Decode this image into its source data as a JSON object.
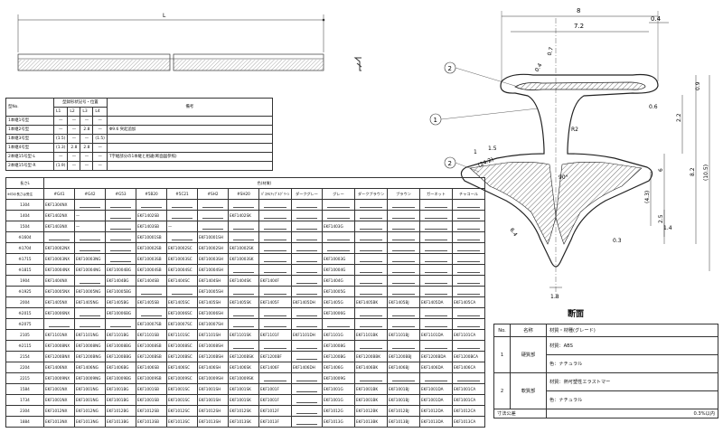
{
  "drawing": {
    "length_label": "L",
    "dims": [
      "8",
      "0.4",
      "7.2",
      "0.7",
      "0.4",
      "0.6",
      "0.9",
      "2.2",
      "8.2",
      "(10.5)",
      "6",
      "(4.3)",
      "2.5",
      "1.4",
      "0.3",
      "1.8",
      "R2",
      "90°",
      "6.4",
      "(24.2)",
      "1",
      "1.5"
    ],
    "balloons": [
      "2",
      "1",
      "2"
    ],
    "section_label": "断面"
  },
  "type_table": {
    "headers": [
      "型No.",
      "型録形状記号・位置",
      "備考"
    ],
    "sub_headers": [
      "L1",
      "L2",
      "L3",
      "L4"
    ],
    "rows": [
      {
        "name": "1本継1号型",
        "vals": [
          "—",
          "—",
          "—",
          "—"
        ],
        "note": ""
      },
      {
        "name": "1本継2号型",
        "vals": [
          "—",
          "—",
          "2.8",
          "—"
        ],
        "note": "Φ9.6 突起追加"
      },
      {
        "name": "1本継3号型",
        "vals": [
          "(1.5)",
          "—",
          "—",
          "(1.5)"
        ],
        "note": ""
      },
      {
        "name": "1本継4号型",
        "vals": [
          "(1.3)",
          "2.8",
          "2.8",
          "—"
        ],
        "note": ""
      },
      {
        "name": "2本継15号型-L",
        "vals": [
          "—",
          "—",
          "—",
          "—"
        ],
        "note": "T字継部分の1本継と相違(断面図参照)"
      },
      {
        "name": "2本継15号型-R",
        "vals": [
          "(1.9)",
          "—",
          "—",
          "—"
        ],
        "note": ""
      }
    ]
  },
  "color_table": {
    "col1": "長さL",
    "col1_sub": "※印の長さは受注",
    "color_header": "色(材質)",
    "colors": [
      "#G41",
      "#G42",
      "#G53",
      "#5B20",
      "#5C21",
      "#SH2",
      "#SH20",
      "ﾊﾟｽﾃﾙｱｯﾌﾟﾙｸﾞﾘｰﾝ",
      "ダークグレー",
      "グレー",
      "ダークブラウン",
      "ブラウン",
      "ガーネット",
      "チャコール"
    ],
    "rows": [
      {
        "len": "1304",
        "cells": [
          "EKF1304NX",
          "",
          "",
          "",
          "",
          "",
          "",
          "",
          "",
          "",
          "",
          "",
          "",
          ""
        ]
      },
      {
        "len": "1404",
        "cells": [
          "EKF1402NX",
          "—",
          "",
          "EKF1402SB",
          "",
          "",
          "EKF1402SK",
          "",
          "",
          "",
          "",
          "",
          "",
          ""
        ]
      },
      {
        "len": "1504",
        "cells": [
          "EKF1403NX",
          "—",
          "",
          "EKF1403SB",
          "—",
          "",
          "",
          "",
          "",
          "EKF1403G",
          "",
          "",
          "",
          ""
        ]
      },
      {
        "len": "※1604",
        "cells": [
          "",
          "",
          "",
          "EKF10001SB",
          "",
          "EKF10001SH",
          "",
          "",
          "",
          "",
          "",
          "",
          "",
          ""
        ]
      },
      {
        "len": "※1704",
        "cells": [
          "EKF10002NX",
          "",
          "",
          "EKF10002SB",
          "EKF10002SC",
          "EKF10002SH",
          "EKF10002SK",
          "",
          "",
          "",
          "",
          "",
          "",
          ""
        ]
      },
      {
        "len": "※1715",
        "cells": [
          "EKF10003NX",
          "EKF10003NG",
          "",
          "EKF10003SB",
          "EKF10003SC",
          "EKF10003SH",
          "EKF10003SK",
          "",
          "",
          "EKF10003G",
          "",
          "",
          "",
          ""
        ]
      },
      {
        "len": "※1815",
        "cells": [
          "EKF10004NX",
          "EKF10004NG",
          "EKF10004BG",
          "EKF10004SB",
          "EKF10004SC",
          "EKF10004SH",
          "",
          "",
          "",
          "EKF10004G",
          "",
          "",
          "",
          ""
        ]
      },
      {
        "len": "1904",
        "cells": [
          "EKF1404NX",
          "",
          "EKF1404BG",
          "EKF1404SB",
          "EKF1404SC",
          "EKF1404SH",
          "EKF1404SK",
          "EKF1404F",
          "",
          "EKF1404G",
          "",
          "",
          "",
          ""
        ]
      },
      {
        "len": "※1925",
        "cells": [
          "EKF10005NX",
          "EKF10005NG",
          "EKF10005BG",
          "",
          "",
          "EKF10005SH",
          "",
          "",
          "",
          "EKF10005G",
          "",
          "",
          "",
          ""
        ]
      },
      {
        "len": "2004",
        "cells": [
          "EKF1405NX",
          "EKF1405NG",
          "EKF1405BG",
          "EKF1405SB",
          "EKF1405SC",
          "EKF1405SH",
          "EKF1405SK",
          "EKF1405F",
          "EKF1405DH",
          "EKF1405G",
          "EKF1405BK",
          "EKF1405BJ",
          "EKF1405DA",
          "EKF1405CA"
        ]
      },
      {
        "len": "※2015",
        "cells": [
          "EKF10006NX",
          "",
          "EKF10006BG",
          "",
          "EKF10006SC",
          "EKF10006SH",
          "",
          "",
          "",
          "EKF10006G",
          "",
          "",
          "",
          ""
        ]
      },
      {
        "len": "※2075",
        "cells": [
          "",
          "",
          "",
          "EKF10007SB",
          "EKF10007SC",
          "EKF10007SH",
          "",
          "",
          "",
          "",
          "",
          "",
          "",
          ""
        ]
      },
      {
        "len": "2105",
        "cells": [
          "EKF1101NX",
          "EKF1101NG",
          "EKF1101BG",
          "EKF1101SB",
          "EKF1101SC",
          "EKF1101SH",
          "EKF1101SK",
          "EKF1101F",
          "EKF1101DH",
          "EKF1101G",
          "EKF1101BK",
          "EKF1101BJ",
          "EKF1101DA",
          "EKF1101CA"
        ]
      },
      {
        "len": "※2115",
        "cells": [
          "EKF10008NX",
          "EKF10008NG",
          "EKF10008BG",
          "EKF10008SB",
          "EKF10008SC",
          "EKF10008SH",
          "",
          "",
          "",
          "EKF10008G",
          "",
          "",
          "",
          ""
        ]
      },
      {
        "len": "2154",
        "cells": [
          "EKF1200BNX",
          "EKF1200BNG",
          "EKF1200BBG",
          "EKF1200BSB",
          "EKF1200BSC",
          "EKF1200BSH",
          "EKF1200BSK",
          "EKF1200BF",
          "",
          "EKF1200BG",
          "EKF1200BBK",
          "EKF1200BBJ",
          "EKF1200BDA",
          "EKF1200BCA"
        ]
      },
      {
        "len": "2204",
        "cells": [
          "EKF1406NX",
          "EKF1406NG",
          "EKF1406BG",
          "EKF1406SB",
          "EKF1406SC",
          "EKF1406SH",
          "EKF1406SK",
          "EKF1406F",
          "EKF1406DH",
          "EKF1406G",
          "EKF1406BK",
          "EKF1406BJ",
          "EKF1406DA",
          "EKF1406CA"
        ]
      },
      {
        "len": "2215",
        "cells": [
          "EKF10009NX",
          "EKF10009NG",
          "EKF10009BG",
          "EKF10009SB",
          "EKF10009SC",
          "EKF10009SH",
          "EKF10009SK",
          "",
          "",
          "EKF10009G",
          "",
          "",
          "",
          ""
        ]
      },
      {
        "len": "1584",
        "cells": [
          "EKF1001NX",
          "EKF1001NG",
          "EKF1001BG",
          "EKF1001SB",
          "EKF1001SC",
          "EKF1001SH",
          "EKF1001SK",
          "EKF1001F",
          "",
          "EKF1001G",
          "EKF1001BK",
          "EKF1001BJ",
          "EKF1001DA",
          "EKF1001CA"
        ]
      },
      {
        "len": "1734",
        "cells": [
          "EKF1001NX",
          "EKF1001NG",
          "EKF1001BG",
          "EKF1001SB",
          "EKF1001SC",
          "EKF1001SH",
          "EKF1001SK",
          "EKF1001F",
          "",
          "EKF1001G",
          "EKF1001BK",
          "EKF1001BJ",
          "EKF1001DA",
          "EKF1001CA"
        ]
      },
      {
        "len": "2304",
        "cells": [
          "EKF1012NX",
          "EKF1012NG",
          "EKF1012BG",
          "EKF1012SB",
          "EKF1012SC",
          "EKF1012SH",
          "EKF1012SK",
          "EKF1012F",
          "",
          "EKF1012G",
          "EKF1012BK",
          "EKF1012BJ",
          "EKF1012DA",
          "EKF1012CA"
        ]
      },
      {
        "len": "1884",
        "cells": [
          "EKF1013NX",
          "EKF1013NG",
          "EKF1013BG",
          "EKF1013SB",
          "EKF1013SC",
          "EKF1013SH",
          "EKF1013SK",
          "EKF1013F",
          "",
          "EKF1013G",
          "EKF1013BK",
          "EKF1013BJ",
          "EKF1013DA",
          "EKF1013CA"
        ]
      }
    ]
  },
  "material_table": {
    "headers": [
      "No.",
      "名称",
      "材質・材種(グレード)"
    ],
    "rows": [
      {
        "no": "1",
        "name": "硬質部",
        "lines": [
          "材質：ABS",
          "色：ナチュラル"
        ]
      },
      {
        "no": "2",
        "name": "軟質部",
        "lines": [
          "材質：熱可塑性エラストマー",
          "色：ナチュラル"
        ]
      }
    ],
    "footer_left": "寸法公差",
    "footer_right": "0.3%以内"
  }
}
